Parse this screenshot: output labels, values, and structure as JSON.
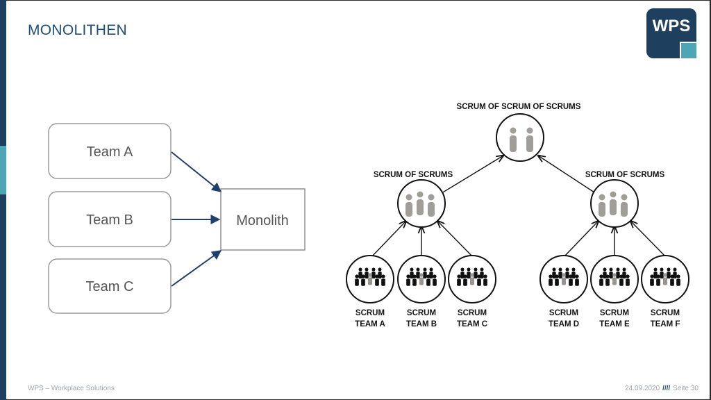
{
  "slide": {
    "title": "MONOLITHEN",
    "footer_left": "WPS – Workplace Solutions",
    "footer_date": "24.09.2020",
    "footer_sep": "////",
    "footer_page": "Seite 30"
  },
  "logo": {
    "text": "WPS",
    "color": "#1f3f5f",
    "accent": "#4ea5b6"
  },
  "monolith_diagram": {
    "teams": [
      "Team A",
      "Team B",
      "Team C"
    ],
    "target": "Monolith",
    "arrow_color": "#1f3f6f"
  },
  "scrum_hierarchy": {
    "top_label": "SCRUM OF SCRUM OF SCRUMS",
    "mid_labels": [
      "SCRUM OF SCRUMS",
      "SCRUM OF SCRUMS"
    ],
    "teams": [
      [
        "SCRUM",
        "TEAM A"
      ],
      [
        "SCRUM",
        "TEAM B"
      ],
      [
        "SCRUM",
        "TEAM C"
      ],
      [
        "SCRUM",
        "TEAM D"
      ],
      [
        "SCRUM",
        "TEAM E"
      ],
      [
        "SCRUM",
        "TEAM F"
      ]
    ]
  }
}
